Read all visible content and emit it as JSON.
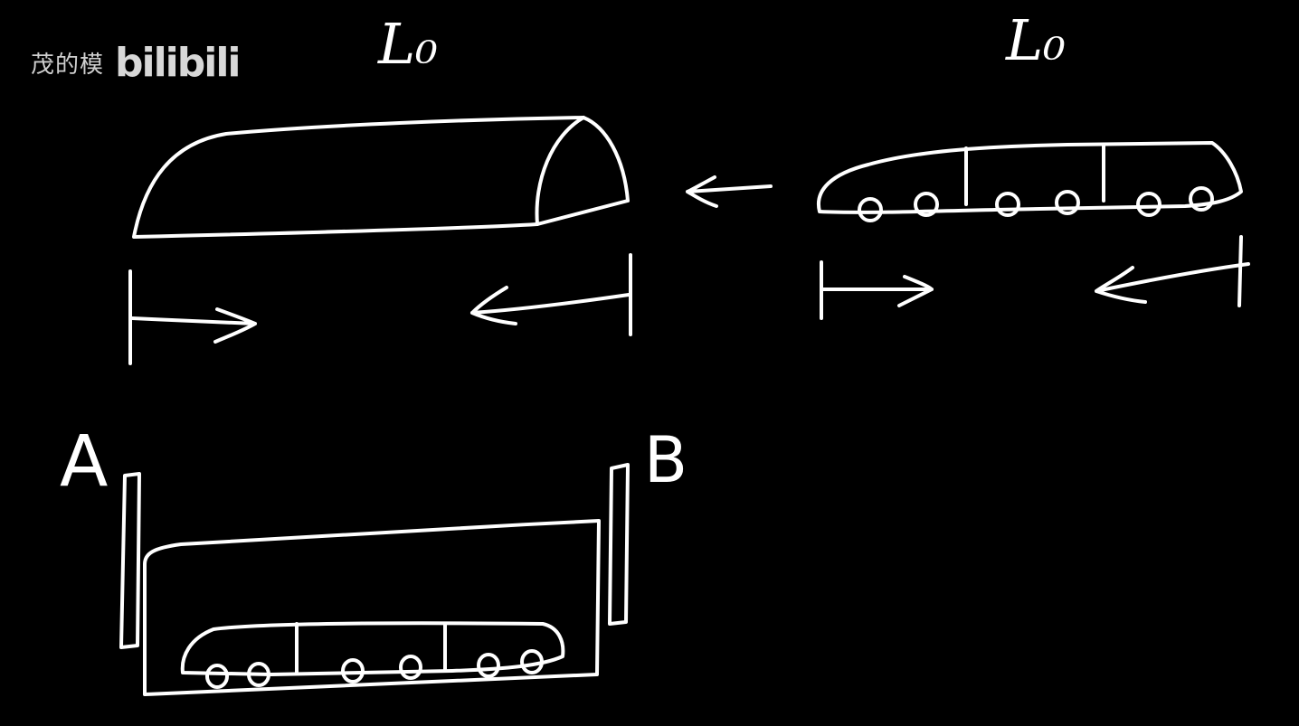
{
  "watermark": {
    "text": "茂的模",
    "logo": "bilibili"
  },
  "labels": {
    "length_left": "L₀",
    "length_right": "L₀",
    "point_a": "A",
    "point_b": "B"
  },
  "colors": {
    "background": "#000000",
    "stroke": "#ffffff",
    "watermark": "#cfcfcf"
  }
}
